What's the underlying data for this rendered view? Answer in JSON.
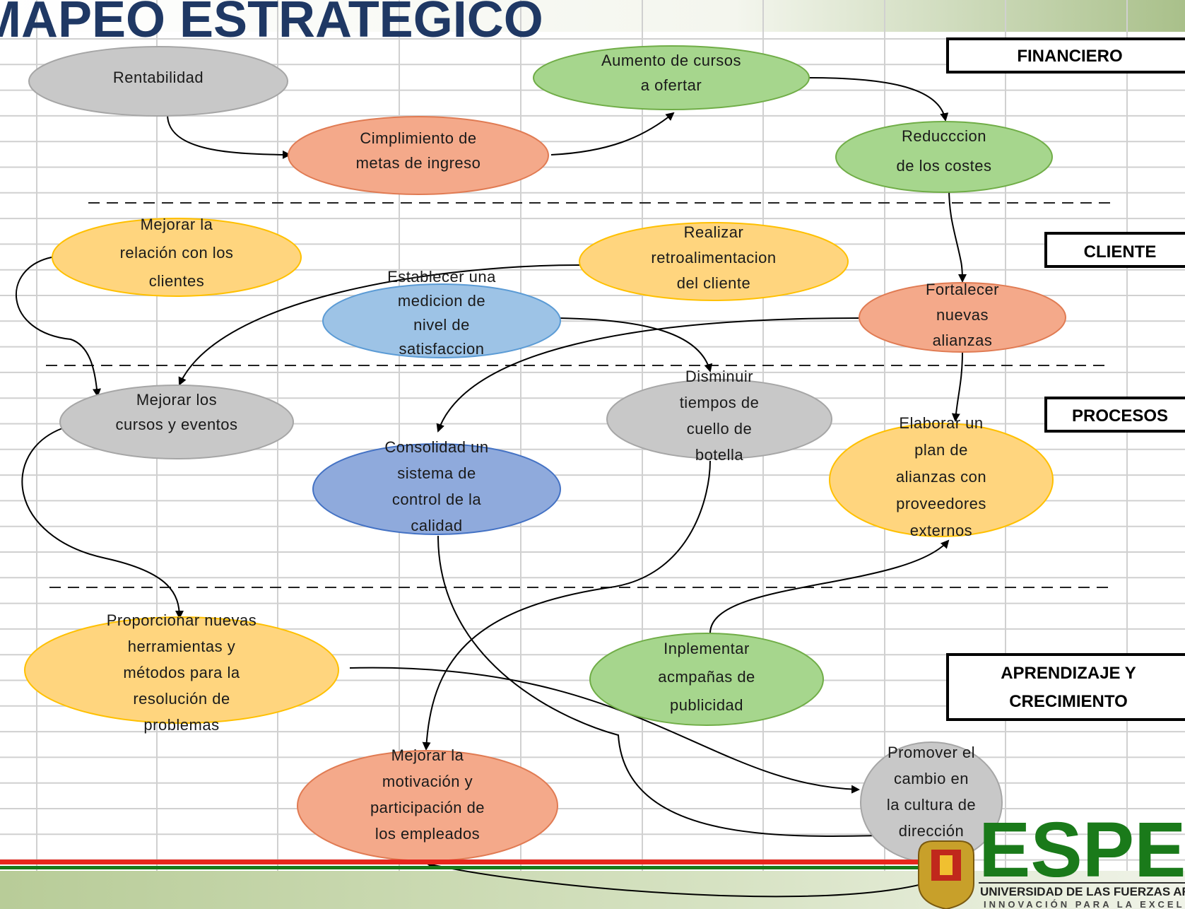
{
  "title": "MAPEO ESTRATEGICO",
  "perspectives": [
    {
      "id": "financiero",
      "label": "FINANCIERO"
    },
    {
      "id": "cliente",
      "label": "CLIENTE"
    },
    {
      "id": "procesos",
      "label": "PROCESOS"
    },
    {
      "id": "aprendizaje",
      "label": "APRENDIZAJE Y CRECIMIENTO"
    }
  ],
  "nodes": [
    {
      "id": "n1",
      "lines": [
        "Rentabilidad"
      ],
      "fill": "#c8c8c8",
      "stroke": "#a6a6a6"
    },
    {
      "id": "n2",
      "lines": [
        "Cimplimiento de",
        "metas de ingreso"
      ],
      "fill": "#f4a98a",
      "stroke": "#e07b53"
    },
    {
      "id": "n3",
      "lines": [
        "Aumento de cursos",
        "a ofertar"
      ],
      "fill": "#a6d68d",
      "stroke": "#70ad47"
    },
    {
      "id": "n4",
      "lines": [
        "Reducccion",
        "de los costes"
      ],
      "fill": "#a6d68d",
      "stroke": "#70ad47"
    },
    {
      "id": "n5",
      "lines": [
        "Mejorar la",
        "relación con los",
        "clientes"
      ],
      "fill": "#ffd57e",
      "stroke": "#ffc000"
    },
    {
      "id": "n6",
      "lines": [
        "Realizar",
        "retroalimentacion",
        "del cliente"
      ],
      "fill": "#ffd57e",
      "stroke": "#ffc000"
    },
    {
      "id": "n7",
      "lines": [
        "Establecer una",
        "medicion de",
        "nivel de",
        "satisfaccion"
      ],
      "fill": "#9dc3e6",
      "stroke": "#5b9bd5"
    },
    {
      "id": "n8",
      "lines": [
        "Fortalecer",
        "nuevas",
        "alianzas"
      ],
      "fill": "#f4a98a",
      "stroke": "#e07b53"
    },
    {
      "id": "n9",
      "lines": [
        "Mejorar los",
        "cursos y eventos"
      ],
      "fill": "#c8c8c8",
      "stroke": "#a6a6a6"
    },
    {
      "id": "n10",
      "lines": [
        "Disminuir",
        "tiempos de",
        "cuello de",
        "botella"
      ],
      "fill": "#c8c8c8",
      "stroke": "#a6a6a6"
    },
    {
      "id": "n11",
      "lines": [
        "Consolidad un",
        "sistema de",
        "control de la",
        "calidad"
      ],
      "fill": "#8faadc",
      "stroke": "#4472c4"
    },
    {
      "id": "n12",
      "lines": [
        "Elaborar un",
        "plan de",
        "alianzas con",
        "proveedores",
        "externos"
      ],
      "fill": "#ffd57e",
      "stroke": "#ffc000"
    },
    {
      "id": "n13",
      "lines": [
        "Proporcionar nuevas",
        "herramientas y",
        "métodos para la",
        "resolución de",
        "problemas"
      ],
      "fill": "#ffd57e",
      "stroke": "#ffc000"
    },
    {
      "id": "n14",
      "lines": [
        "Inplementar",
        "acmpañas de",
        "publicidad"
      ],
      "fill": "#a6d68d",
      "stroke": "#70ad47"
    },
    {
      "id": "n15",
      "lines": [
        "Mejorar la",
        "motivación y",
        "participación de",
        "los empleados"
      ],
      "fill": "#f4a98a",
      "stroke": "#e07b53"
    },
    {
      "id": "n16",
      "lines": [
        "Promover el",
        "cambio en",
        "la cultura de",
        "dirección"
      ],
      "fill": "#c8c8c8",
      "stroke": "#a6a6a6"
    }
  ],
  "edges": [
    {
      "from": "n1",
      "to": "n2"
    },
    {
      "from": "n2",
      "to": "n3"
    },
    {
      "from": "n3",
      "to": "n4"
    },
    {
      "from": "n4",
      "to": "n8"
    },
    {
      "from": "n5",
      "to": "n9"
    },
    {
      "from": "n6",
      "to": "n9"
    },
    {
      "from": "n7",
      "to": "n10"
    },
    {
      "from": "n8",
      "to": "n11"
    },
    {
      "from": "n8",
      "to": "n12"
    },
    {
      "from": "n9",
      "to": "n13"
    },
    {
      "from": "n10",
      "to": "n15"
    },
    {
      "from": "n11",
      "to": "n16"
    },
    {
      "from": "n13",
      "to": "n16"
    },
    {
      "from": "n14",
      "to": "n12"
    },
    {
      "from": "n16",
      "to": "n15"
    }
  ],
  "logo": {
    "brand": "ESPE",
    "university": "UNIVERSIDAD DE LAS FUERZAS ARMADAS",
    "slogan": "INNOVACIÓN PARA LA EXCELENCIA"
  },
  "colors": {
    "title": "#1f3864",
    "grid": "#d0d0d0",
    "stripe_red": "#e8261c",
    "stripe_green": "#1a7a1a",
    "brand_green": "#1a7a1a"
  }
}
